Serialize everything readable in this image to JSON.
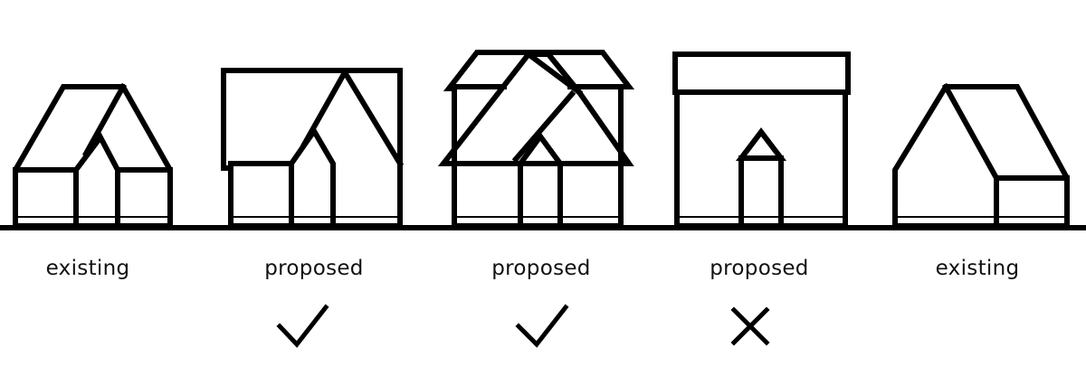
{
  "houses": [
    {
      "label": "existing",
      "verdict": "none"
    },
    {
      "label": "proposed",
      "verdict": "check"
    },
    {
      "label": "proposed",
      "verdict": "check"
    },
    {
      "label": "proposed",
      "verdict": "cross"
    },
    {
      "label": "existing",
      "verdict": "none"
    }
  ],
  "colors": {
    "ink": "#000000",
    "background": "#ffffff"
  },
  "icons": {
    "check": "check-icon",
    "cross": "cross-icon"
  }
}
